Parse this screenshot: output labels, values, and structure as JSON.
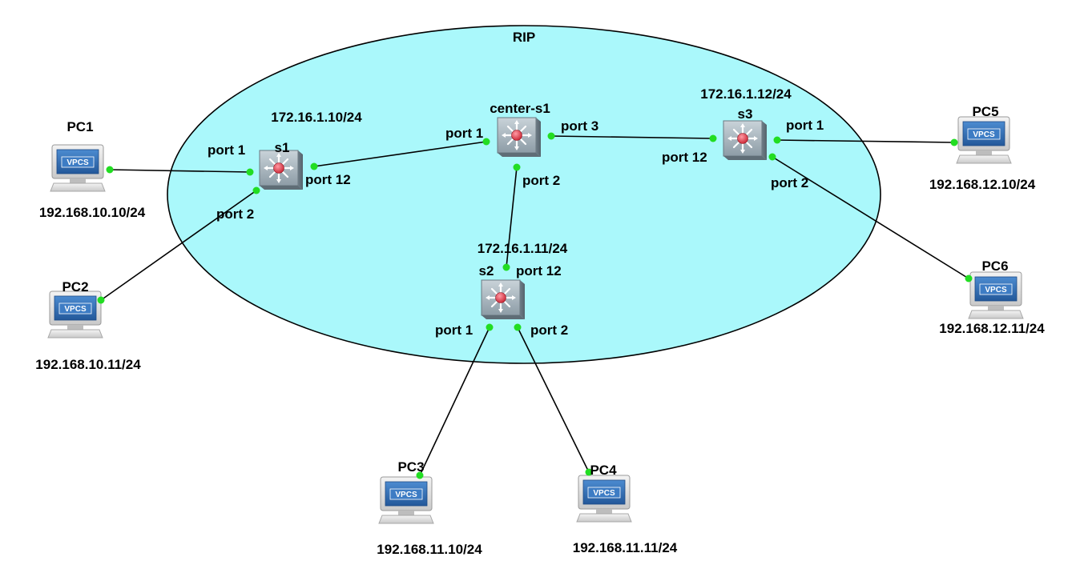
{
  "area": {
    "label": "RIP",
    "fill": "#aaf8fb"
  },
  "colors": {
    "port_dot": "#22dd22",
    "link": "#000000",
    "switch_body": "#8a9aa4",
    "router_core": "#e23a4a",
    "pc_screen": "#2f6db0"
  },
  "switches": {
    "s1": {
      "name": "s1",
      "ip": "172.16.1.10/24",
      "icon": "multilayer-switch-icon"
    },
    "center": {
      "name": "center-s1",
      "icon": "multilayer-switch-icon"
    },
    "s2": {
      "name": "s2",
      "ip": "172.16.1.11/24",
      "icon": "multilayer-switch-icon"
    },
    "s3": {
      "name": "s3",
      "ip": "172.16.1.12/24",
      "icon": "multilayer-switch-icon"
    }
  },
  "pcs": {
    "pc1": {
      "name": "PC1",
      "ip": "192.168.10.10/24",
      "badge": "VPCS",
      "icon": "vpcs-computer-icon"
    },
    "pc2": {
      "name": "PC2",
      "ip": "192.168.10.11/24",
      "badge": "VPCS",
      "icon": "vpcs-computer-icon"
    },
    "pc3": {
      "name": "PC3",
      "ip": "192.168.11.10/24",
      "badge": "VPCS",
      "icon": "vpcs-computer-icon"
    },
    "pc4": {
      "name": "PC4",
      "ip": "192.168.11.11/24",
      "badge": "VPCS",
      "icon": "vpcs-computer-icon"
    },
    "pc5": {
      "name": "PC5",
      "ip": "192.168.12.10/24",
      "badge": "VPCS",
      "icon": "vpcs-computer-icon"
    },
    "pc6": {
      "name": "PC6",
      "ip": "192.168.12.11/24",
      "badge": "VPCS",
      "icon": "vpcs-computer-icon"
    }
  },
  "ports": {
    "s1_p1": "port 1",
    "s1_p2": "port 2",
    "s1_p12": "port 12",
    "center_p1": "port 1",
    "center_p2": "port 2",
    "center_p3": "port 3",
    "s2_p12": "port 12",
    "s2_p1": "port 1",
    "s2_p2": "port 2",
    "s3_p12": "port 12",
    "s3_p1": "port 1",
    "s3_p2": "port 2"
  }
}
